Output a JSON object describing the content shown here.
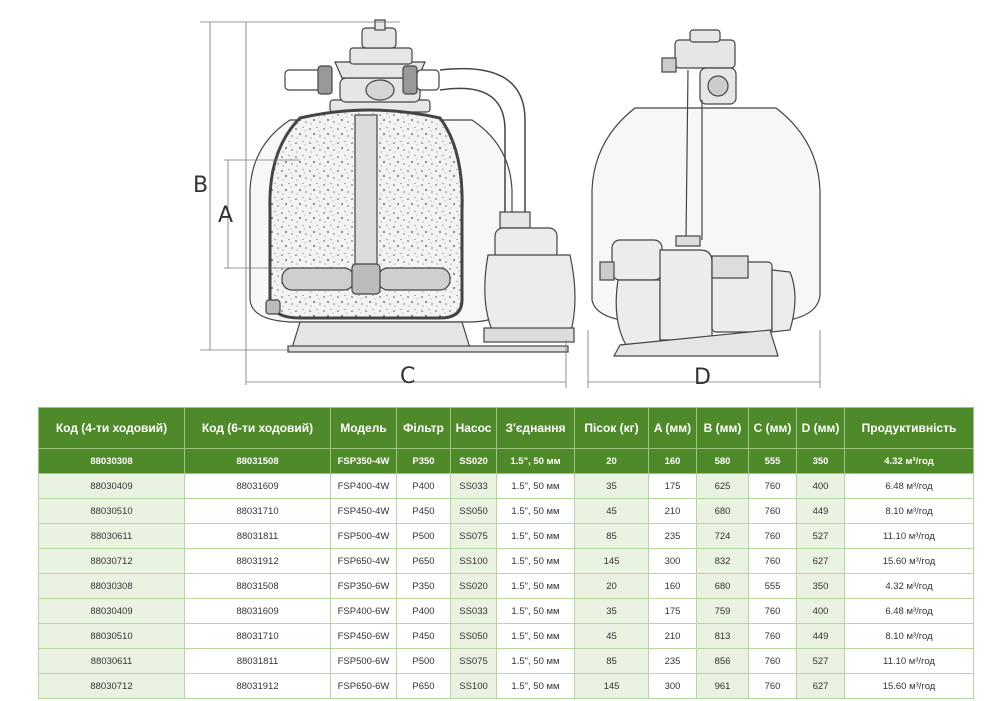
{
  "diagram": {
    "labels": {
      "a": "A",
      "b": "B",
      "c": "C",
      "d": "D"
    }
  },
  "table": {
    "headers": [
      "Код (4-ти ходовий)",
      "Код (6-ти ходовий)",
      "Модель",
      "Фільтр",
      "Насос",
      "З'єднання",
      "Пісок (кг)",
      "A (мм)",
      "B (мм)",
      "C (мм)",
      "D (мм)",
      "Продуктивність"
    ],
    "rows": [
      [
        "88030308",
        "88031508",
        "FSP350-4W",
        "P350",
        "SS020",
        "1.5\", 50 мм",
        "20",
        "160",
        "580",
        "555",
        "350",
        "4.32 м³/год"
      ],
      [
        "88030409",
        "88031609",
        "FSP400-4W",
        "P400",
        "SS033",
        "1.5\", 50 мм",
        "35",
        "175",
        "625",
        "760",
        "400",
        "6.48 м³/год"
      ],
      [
        "88030510",
        "88031710",
        "FSP450-4W",
        "P450",
        "SS050",
        "1.5\", 50 мм",
        "45",
        "210",
        "680",
        "760",
        "449",
        "8.10 м³/год"
      ],
      [
        "88030611",
        "88031811",
        "FSP500-4W",
        "P500",
        "SS075",
        "1.5\", 50 мм",
        "85",
        "235",
        "724",
        "760",
        "527",
        "11.10 м³/год"
      ],
      [
        "88030712",
        "88031912",
        "FSP650-4W",
        "P650",
        "SS100",
        "1.5\", 50 мм",
        "145",
        "300",
        "832",
        "760",
        "627",
        "15.60 м³/год"
      ],
      [
        "88030308",
        "88031508",
        "FSP350-6W",
        "P350",
        "SS020",
        "1.5\", 50 мм",
        "20",
        "160",
        "680",
        "555",
        "350",
        "4.32 м³/год"
      ],
      [
        "88030409",
        "88031609",
        "FSP400-6W",
        "P400",
        "SS033",
        "1.5\", 50 мм",
        "35",
        "175",
        "759",
        "760",
        "400",
        "6.48 м³/год"
      ],
      [
        "88030510",
        "88031710",
        "FSP450-6W",
        "P450",
        "SS050",
        "1.5\", 50 мм",
        "45",
        "210",
        "813",
        "760",
        "449",
        "8.10 м³/год"
      ],
      [
        "88030611",
        "88031811",
        "FSP500-6W",
        "P500",
        "SS075",
        "1.5\", 50 мм",
        "85",
        "235",
        "856",
        "760",
        "527",
        "11.10 м³/год"
      ],
      [
        "88030712",
        "88031912",
        "FSP650-6W",
        "P650",
        "SS100",
        "1.5\", 50 мм",
        "145",
        "300",
        "961",
        "760",
        "627",
        "15.60 м³/год"
      ]
    ]
  }
}
